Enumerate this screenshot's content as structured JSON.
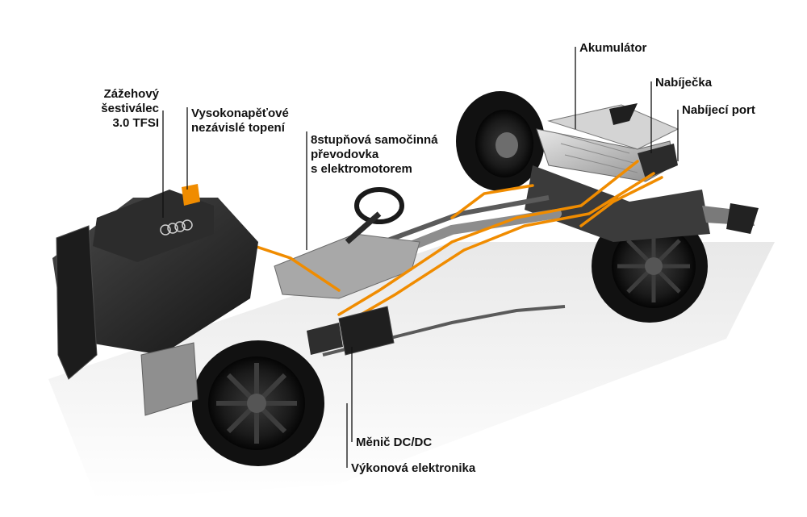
{
  "labels": {
    "engine": [
      "Zážehový",
      "šestiválec",
      "3.0 TFSI"
    ],
    "heater": [
      "Vysokonapěťové",
      "nezávislé topení"
    ],
    "transmission": [
      "8stupňová samočinná",
      "převodovka",
      "s elektromotorem"
    ],
    "battery": "Akumulátor",
    "charger": "Nabíječka",
    "charging_port": "Nabíjecí port",
    "dcdc": "Měnič DC/DC",
    "power_electronics": "Výkonová elektronika"
  },
  "colors": {
    "hv_cable": "#f08c00",
    "body_dark": "#1c1c1c",
    "metal": "#9a9a9a",
    "tire": "#111111"
  }
}
